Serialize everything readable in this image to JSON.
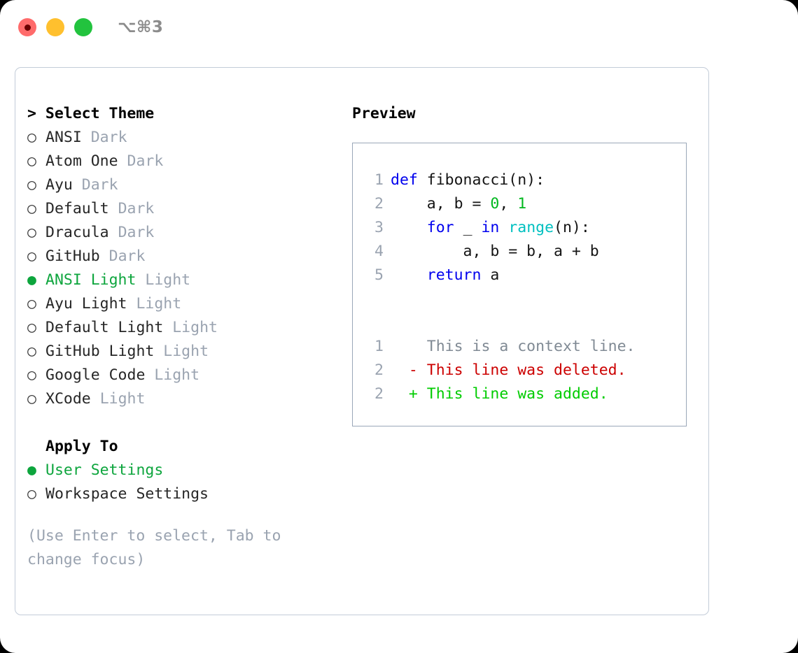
{
  "titlebar": {
    "shortcut": "⌥⌘3",
    "lights": [
      {
        "name": "close",
        "color": "#ff6b6b"
      },
      {
        "name": "minimize",
        "color": "#ffc02e"
      },
      {
        "name": "maximize",
        "color": "#22c33e"
      }
    ]
  },
  "theme_picker": {
    "header": "> Select Theme",
    "markers": {
      "selected": "●",
      "unselected": "○"
    },
    "items": [
      {
        "name": "ANSI",
        "variant": "Dark",
        "selected": false
      },
      {
        "name": "Atom One",
        "variant": "Dark",
        "selected": false
      },
      {
        "name": "Ayu",
        "variant": "Dark",
        "selected": false
      },
      {
        "name": "Default",
        "variant": "Dark",
        "selected": false
      },
      {
        "name": "Dracula",
        "variant": "Dark",
        "selected": false
      },
      {
        "name": "GitHub",
        "variant": "Dark",
        "selected": false
      },
      {
        "name": "ANSI Light",
        "variant": "Light",
        "selected": true
      },
      {
        "name": "Ayu Light",
        "variant": "Light",
        "selected": false
      },
      {
        "name": "Default Light",
        "variant": "Light",
        "selected": false
      },
      {
        "name": "GitHub Light",
        "variant": "Light",
        "selected": false
      },
      {
        "name": "Google Code",
        "variant": "Light",
        "selected": false
      },
      {
        "name": "XCode",
        "variant": "Light",
        "selected": false
      }
    ]
  },
  "apply_to": {
    "header": "Apply To",
    "items": [
      {
        "name": "User Settings",
        "selected": true
      },
      {
        "name": "Workspace Settings",
        "selected": false
      }
    ]
  },
  "hint": "(Use Enter to select, Tab to change focus)",
  "preview": {
    "title": "Preview",
    "code_lines": [
      {
        "number": "1",
        "tokens": [
          {
            "text": "def ",
            "type": "kw"
          },
          {
            "text": "fibonacci(n):",
            "type": "plain"
          }
        ]
      },
      {
        "number": "2",
        "tokens": [
          {
            "text": "    a, b = ",
            "type": "plain"
          },
          {
            "text": "0",
            "type": "num"
          },
          {
            "text": ", ",
            "type": "plain"
          },
          {
            "text": "1",
            "type": "num"
          }
        ]
      },
      {
        "number": "3",
        "tokens": [
          {
            "text": "    ",
            "type": "plain"
          },
          {
            "text": "for",
            "type": "kw"
          },
          {
            "text": " _ ",
            "type": "plain"
          },
          {
            "text": "in",
            "type": "kw"
          },
          {
            "text": " ",
            "type": "plain"
          },
          {
            "text": "range",
            "type": "fn"
          },
          {
            "text": "(n):",
            "type": "plain"
          }
        ]
      },
      {
        "number": "4",
        "tokens": [
          {
            "text": "        a, b = b, a + b",
            "type": "plain"
          }
        ]
      },
      {
        "number": "5",
        "tokens": [
          {
            "text": "    ",
            "type": "plain"
          },
          {
            "text": "return",
            "type": "kw"
          },
          {
            "text": " a",
            "type": "plain"
          }
        ]
      }
    ],
    "diff_lines": [
      {
        "number": "1",
        "sign": " ",
        "text": "This is a context line.",
        "type": "context"
      },
      {
        "number": "2",
        "sign": "-",
        "text": "This line was deleted.",
        "type": "deleted"
      },
      {
        "number": "2",
        "sign": "+",
        "text": "This line was added.",
        "type": "added"
      }
    ]
  },
  "colors": {
    "accent_green": "#0da53d",
    "muted": "#9aa3b0",
    "keyword": "#0000ee",
    "function": "#00c0c0",
    "number": "#00b81e",
    "diff_deleted": "#cc0000",
    "diff_added": "#00cc00",
    "panel_border": "#9aa7b8",
    "frame_border": "#c3ccd8"
  }
}
